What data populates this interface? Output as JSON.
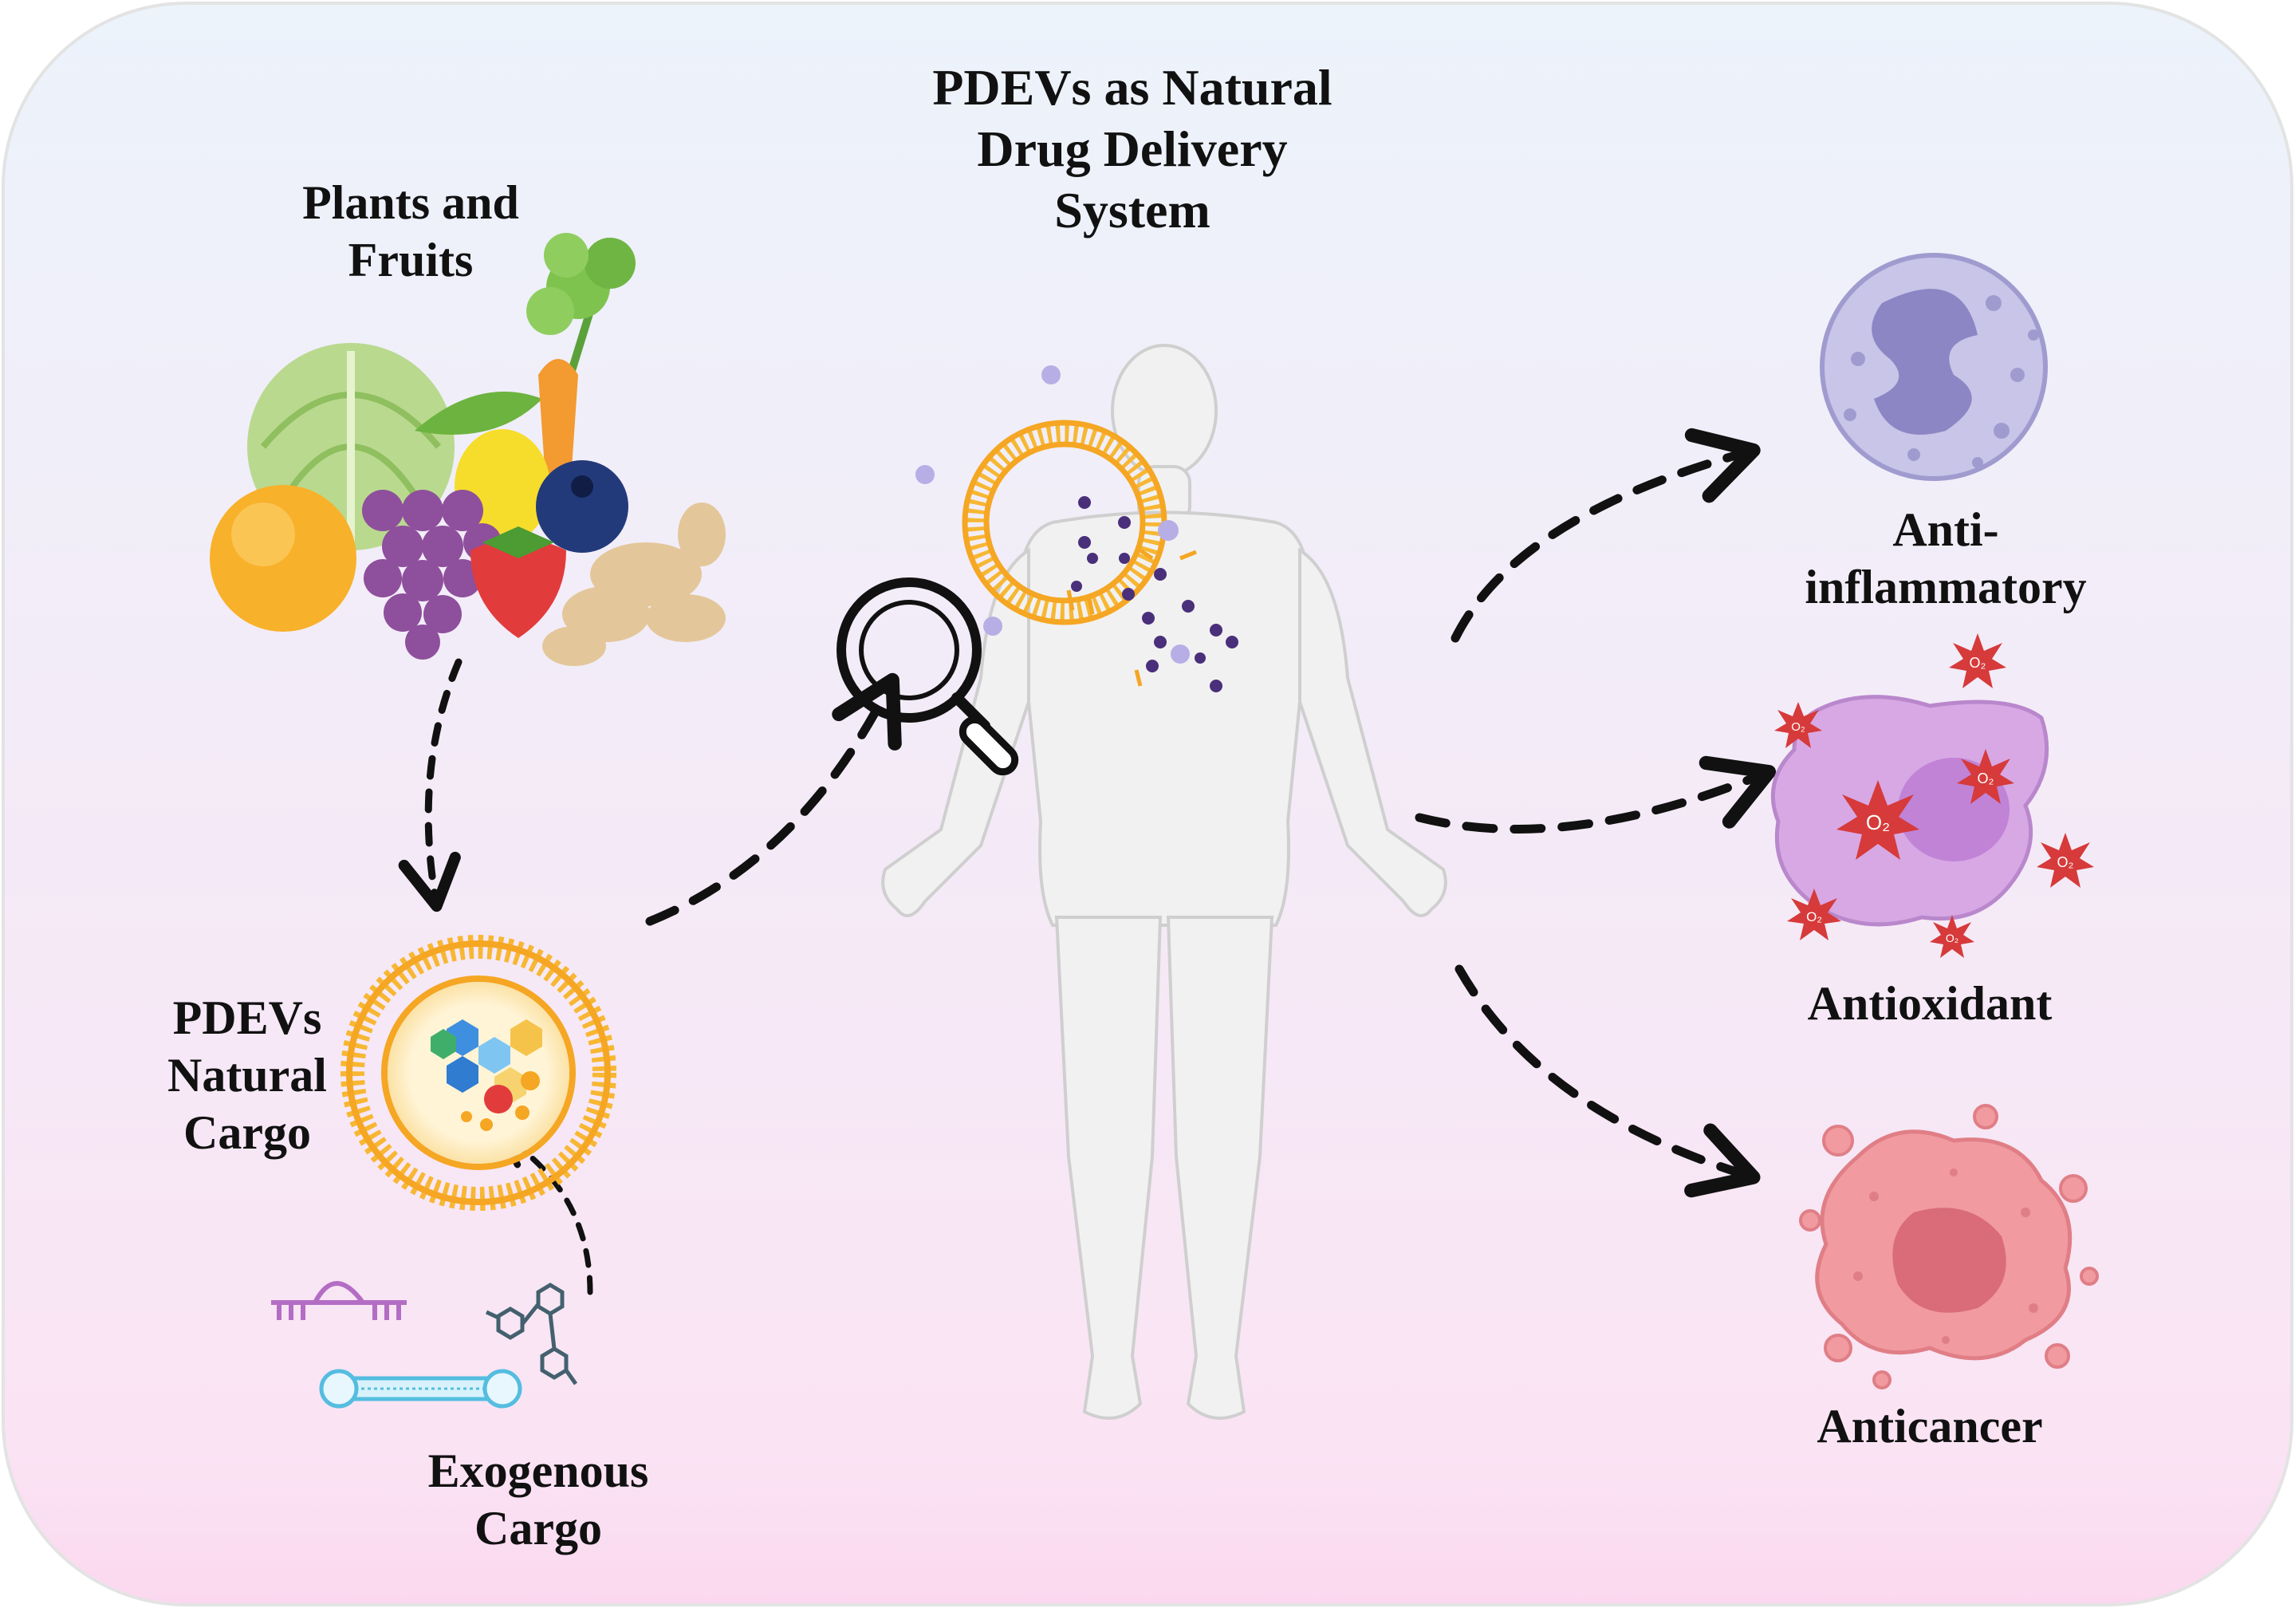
{
  "title": [
    "PDEVs as Natural",
    "Drug Delivery",
    "System"
  ],
  "sources": {
    "plants_label": [
      "Plants and",
      "Fruits"
    ],
    "natural_cargo_label": [
      "PDEVs",
      "Natural",
      "Cargo"
    ],
    "exogenous_cargo_label": [
      "Exogenous",
      "Cargo"
    ]
  },
  "effects": {
    "anti_inflammatory": [
      "Anti-",
      "inflammatory"
    ],
    "antioxidant": "Antioxidant",
    "anticancer": "Anticancer",
    "ros_symbol": "O₂"
  },
  "colors": {
    "bg_top": "#ecf3fb",
    "bg_bottom": "#fbd8ef",
    "vesicle_orange": "#f5a623",
    "vesicle_fill": "#fde9b9",
    "arrow": "#111111",
    "neutrophil": "#b9b6e0",
    "macrophage": "#d8a6e2",
    "ros_red": "#d63a3a",
    "cancer": "#ef8d94",
    "body": "#f0f0f0"
  }
}
